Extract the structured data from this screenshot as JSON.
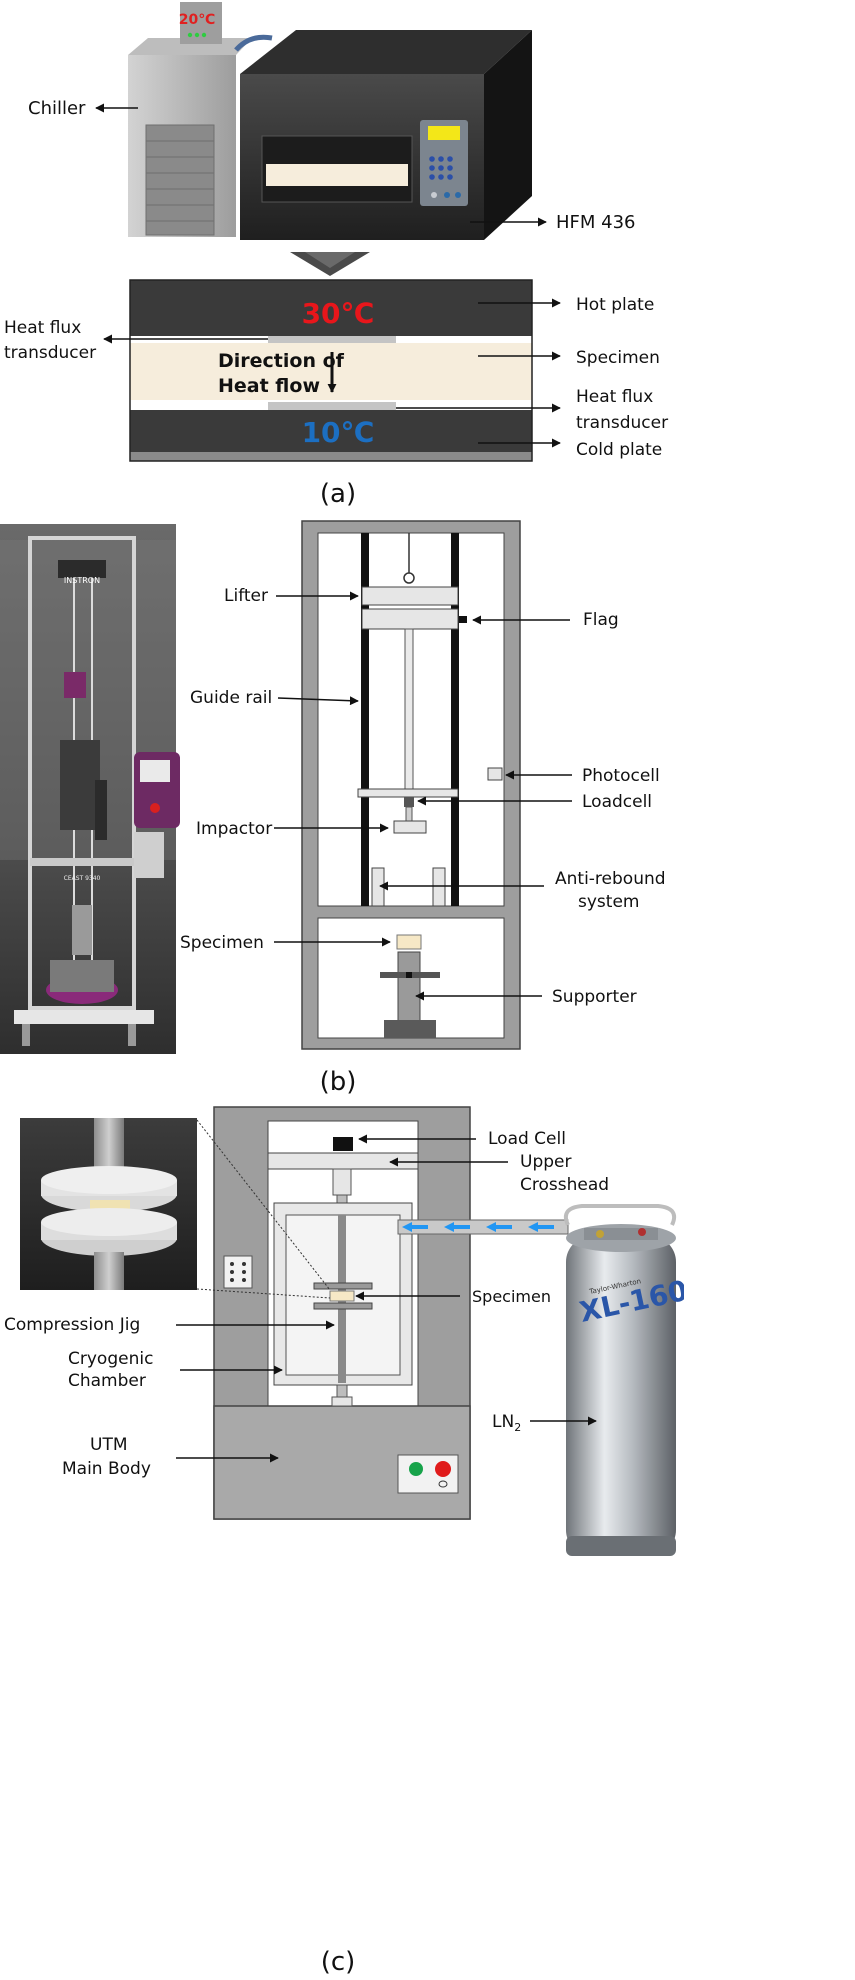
{
  "panel_a": {
    "chiller_display": "20℃",
    "labels": {
      "chiller": "Chiller",
      "instrument": "HFM 436",
      "hot_plate": "Hot plate",
      "specimen": "Specimen",
      "hft_right": [
        "Heat flux",
        "transducer"
      ],
      "cold_plate": "Cold plate",
      "hft_left": [
        "Heat flux",
        "transducer"
      ]
    },
    "hot_temp": "30℃",
    "cold_temp": "10℃",
    "flow_text": [
      "Direction of",
      "Heat flow"
    ],
    "caption": "(a)",
    "colors": {
      "hot": "#e8161b",
      "cold": "#1c6fc2",
      "plate": "#3a3a3a",
      "specimen": "#f6eddc"
    }
  },
  "panel_b": {
    "photo_brand": "INSTRON",
    "photo_model": "CEAST 9340",
    "labels": {
      "lifter": "Lifter",
      "flag": "Flag",
      "guide_rail": "Guide rail",
      "photocell": "Photocell",
      "loadcell": "Loadcell",
      "impactor": "Impactor",
      "anti_rebound": [
        "Anti-rebound",
        "system"
      ],
      "specimen": "Specimen",
      "supporter": "Supporter"
    },
    "caption": "(b)"
  },
  "panel_c": {
    "labels": {
      "load_cell": "Load Cell",
      "upper_crosshead": [
        "Upper",
        "Crosshead"
      ],
      "specimen": "Specimen",
      "compression_jig": "Compression Jig",
      "cryogenic_chamber": [
        "Cryogenic",
        "Chamber"
      ],
      "utm_main_body": [
        "UTM",
        "Main Body"
      ],
      "ln2": "LN",
      "ln2_sub": "2"
    },
    "dewar_text": "XL-160",
    "dewar_brand": "Taylor-Wharton",
    "caption": "(c)",
    "colors": {
      "flow_arrow": "#2196f3",
      "start_button": "#17a34a",
      "stop_button": "#e01b1b"
    }
  }
}
